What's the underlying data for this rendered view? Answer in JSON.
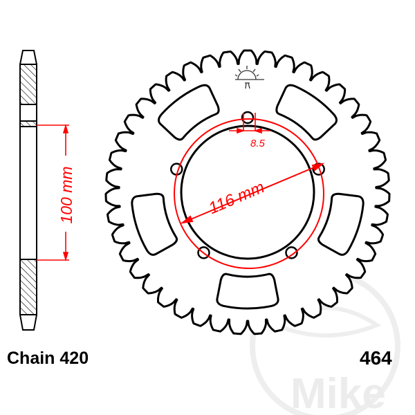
{
  "chain_label": "Chain 420",
  "part_number": "464",
  "dimensions": {
    "pcd": "116 mm",
    "bolt_hole": "8.5",
    "hub_bore": "100 mm"
  },
  "watermark": "Mike",
  "colors": {
    "outline": "#000000",
    "dimension": "#ff0000",
    "watermark": "#d9d9d9"
  }
}
